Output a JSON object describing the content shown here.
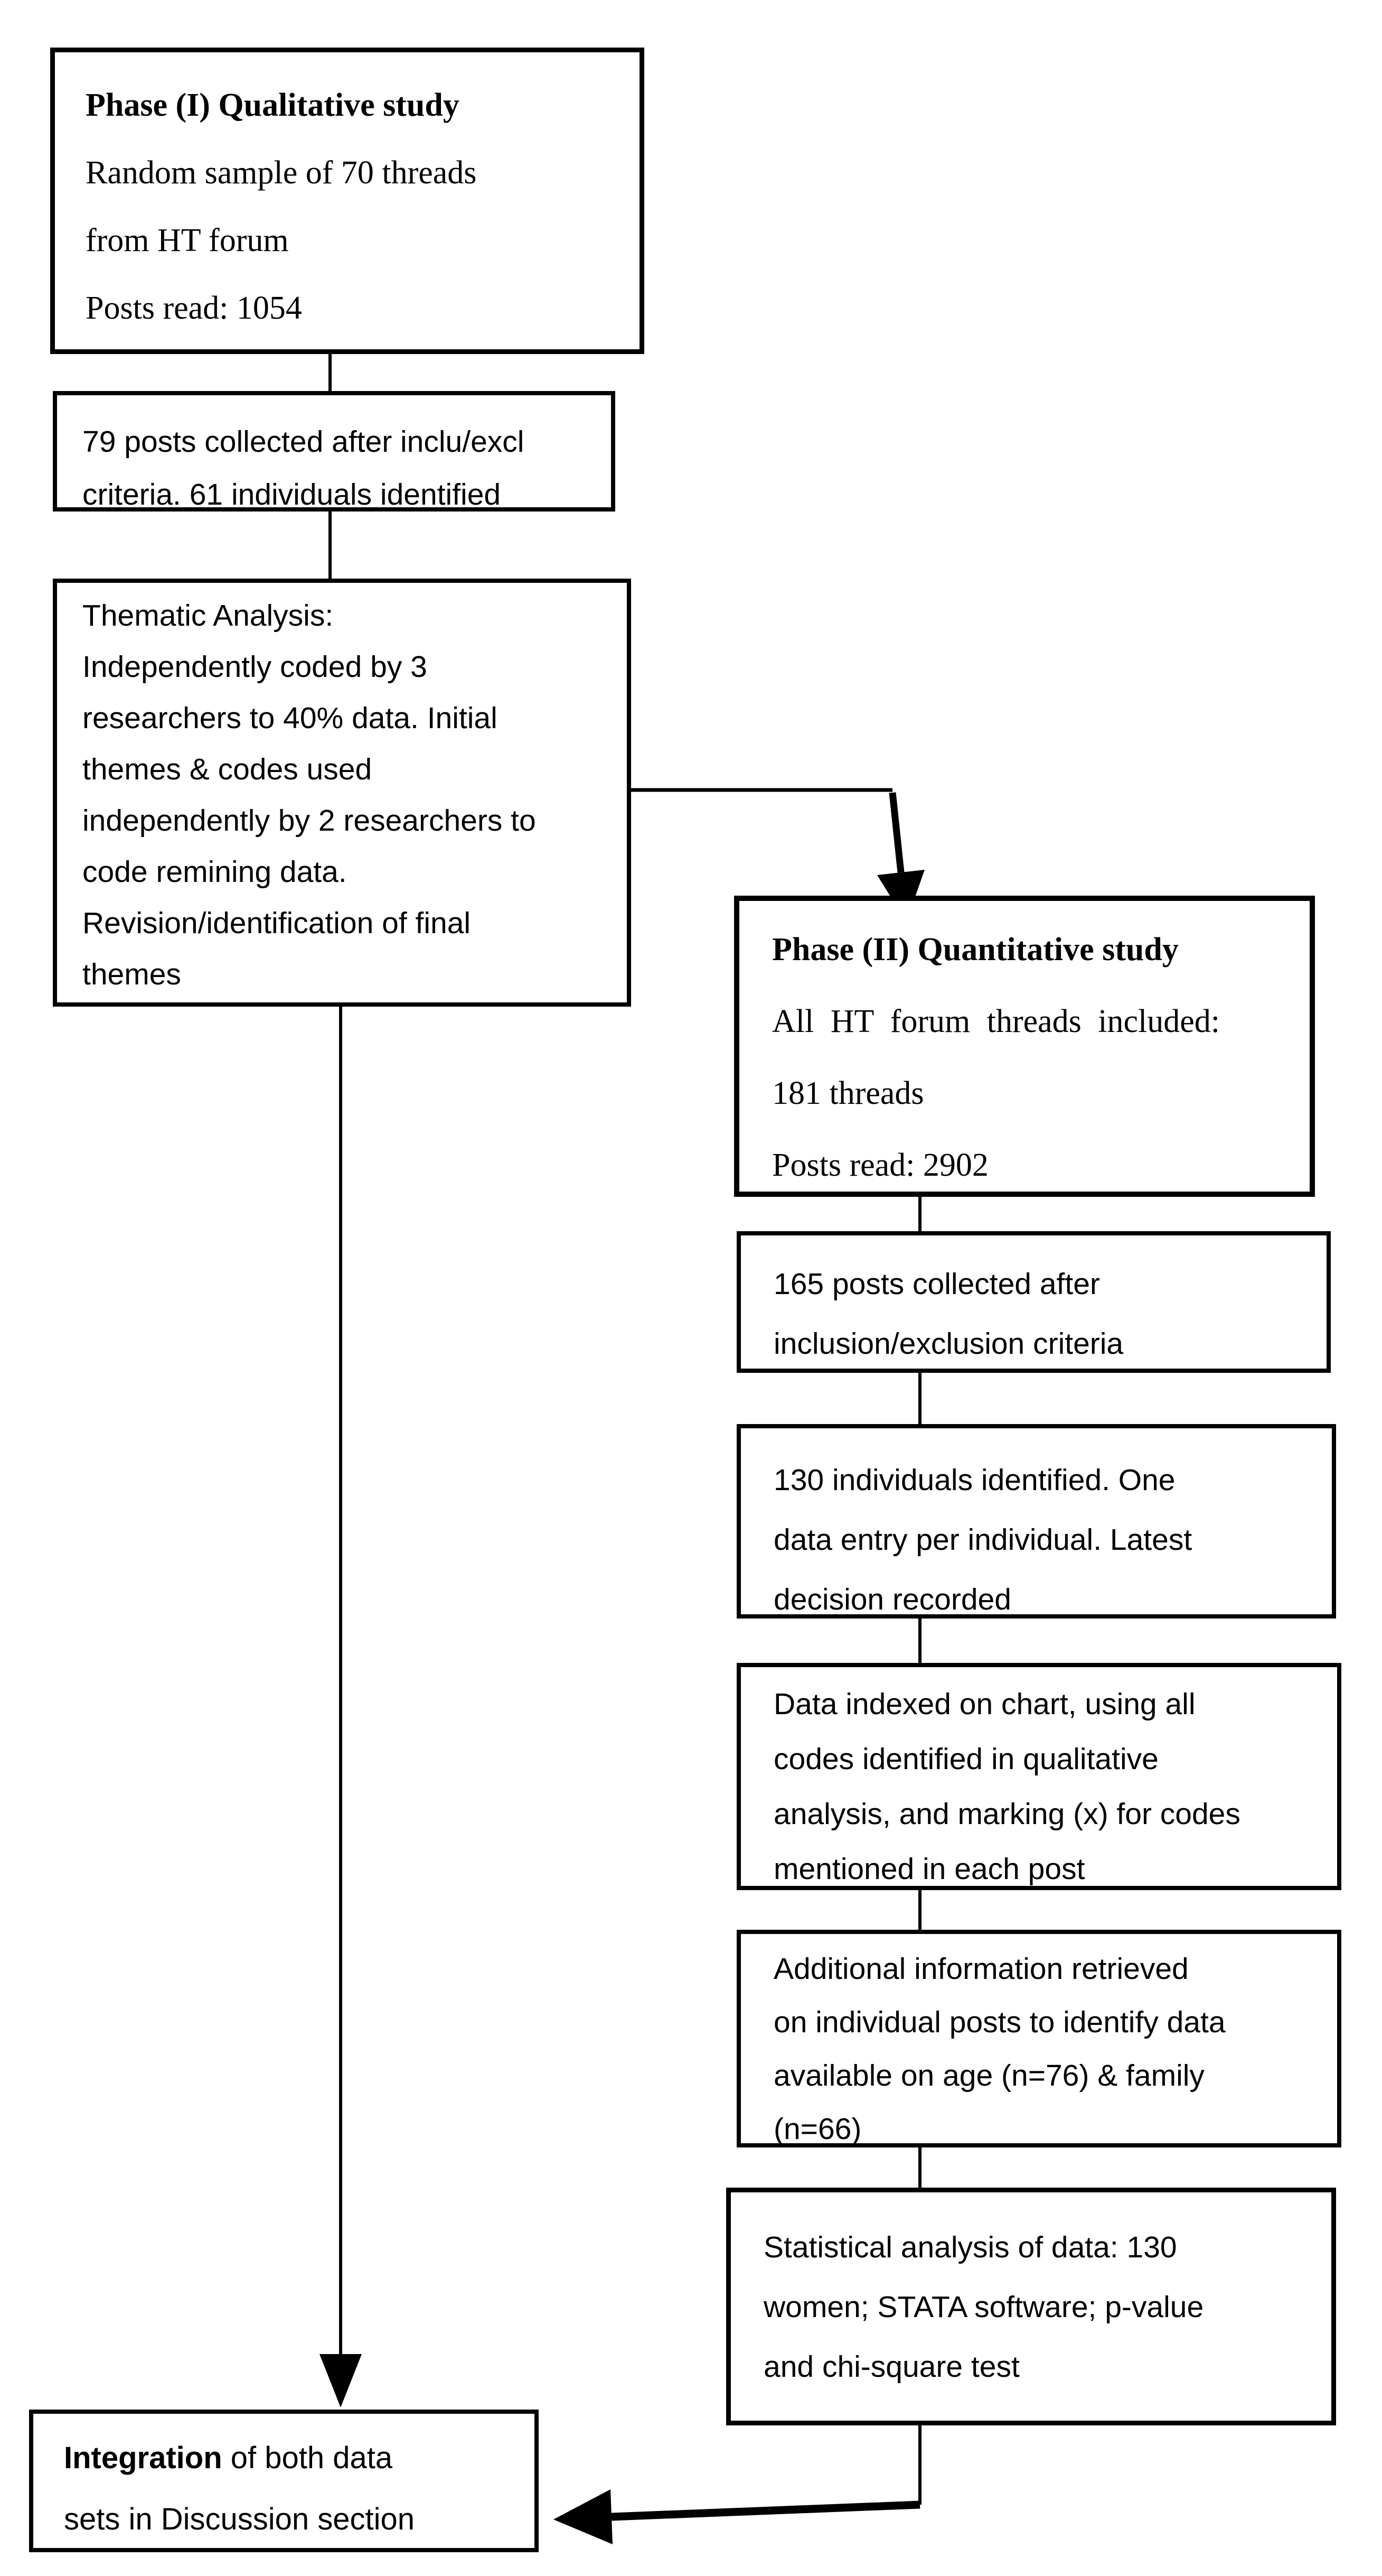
{
  "colors": {
    "background": "#ffffff",
    "foreground": "#000000"
  },
  "diagram": {
    "boxes": {
      "phase1": {
        "title": "Phase (I) Qualitative study",
        "lines": [
          "Random sample of 70 threads",
          "from HT forum",
          "Posts read: 1054"
        ]
      },
      "posts79": {
        "lines": [
          "79 posts collected after inclu/excl",
          "criteria. 61 individuals identified"
        ]
      },
      "thematic": {
        "lines": [
          "Thematic Analysis:",
          "Independently coded by 3",
          "researchers to 40% data. Initial",
          "themes & codes used",
          "independently by 2 researchers to",
          "code remining data.",
          "Revision/identification of final",
          "themes"
        ]
      },
      "phase2": {
        "title": "Phase (II) Quantitative study",
        "lines": [
          "All HT forum threads included:",
          "181 threads",
          "Posts read: 2902"
        ]
      },
      "posts165": {
        "lines": [
          "165 posts collected after",
          "inclusion/exclusion criteria"
        ]
      },
      "individuals130": {
        "lines": [
          "130 individuals identified. One",
          "data entry per individual. Latest",
          "decision recorded"
        ]
      },
      "indexed": {
        "lines": [
          "Data indexed on chart, using all",
          "codes identified in qualitative",
          "analysis, and marking (x) for codes",
          "mentioned in each post"
        ]
      },
      "additional": {
        "lines": [
          "Additional information retrieved",
          "on individual posts to identify data",
          "available on age (n=76) & family",
          "(n=66)"
        ]
      },
      "statistical": {
        "lines": [
          "Statistical analysis of data: 130",
          "women; STATA software; p-value",
          "and chi-square test"
        ]
      },
      "integration": {
        "bold_word": "Integration",
        "line1_rest": " of both data",
        "line2": "sets in Discussion section"
      }
    }
  }
}
